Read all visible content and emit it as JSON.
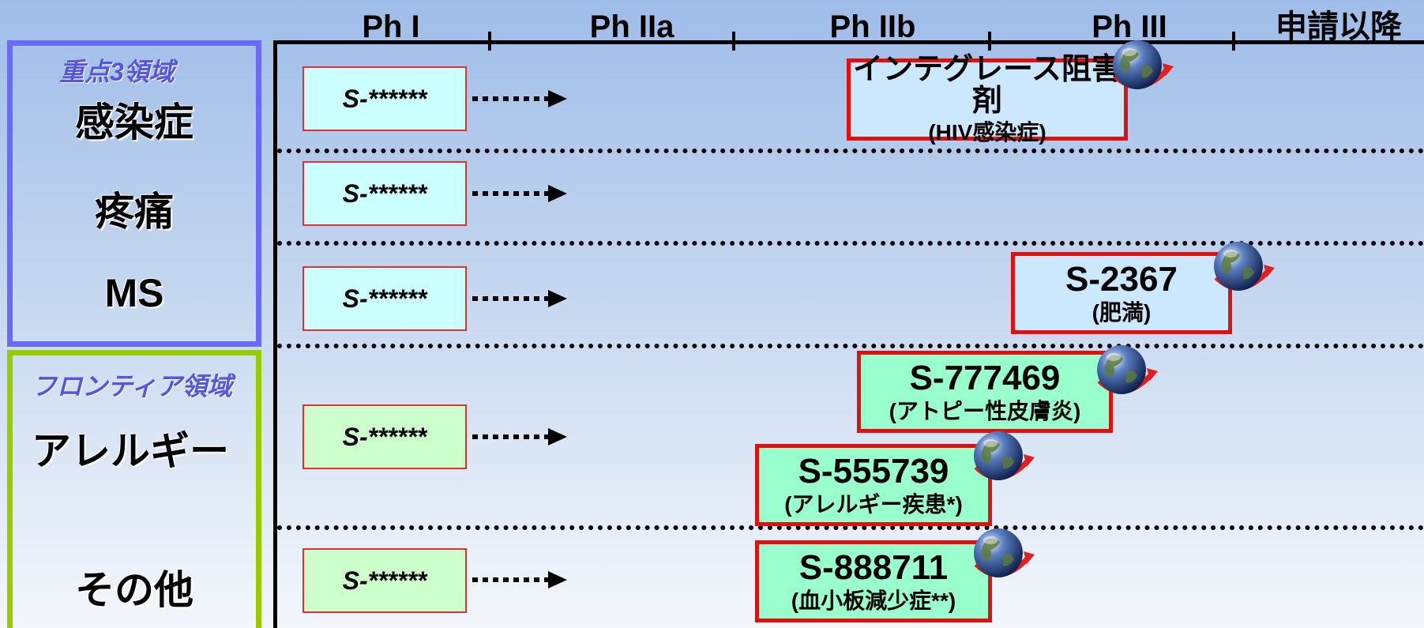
{
  "phases": [
    "Ph I",
    "Ph IIa",
    "Ph IIb",
    "Ph III",
    "申請以降"
  ],
  "groups": {
    "focus": {
      "title": "重点3領域",
      "areas": [
        "感染症",
        "疼痛",
        "MS"
      ],
      "color": "#6a6af8"
    },
    "frontier": {
      "title": "フロンティア領域",
      "areas": [
        "アレルギー",
        "その他"
      ],
      "color": "#99cc00"
    }
  },
  "early_candidates": {
    "infection": "S-******",
    "pain": "S-******",
    "ms": "S-******",
    "allergy": "S-******",
    "other": "S-******"
  },
  "pipeline": {
    "integrase": {
      "name": "インテグレース阻害剤",
      "indication": "(HIV感染症)",
      "phase": "Ph IIb",
      "global": true
    },
    "s2367": {
      "name": "S-2367",
      "indication": "(肥満)",
      "phase": "Ph III",
      "global": true
    },
    "s777469": {
      "name": "S-777469",
      "indication": "(アトピー性皮膚炎)",
      "phase": "Ph IIb",
      "global": true
    },
    "s555739": {
      "name": "S-555739",
      "indication": "(アレルギー疾患*)",
      "phase": "Ph IIb",
      "global": true
    },
    "s888711": {
      "name": "S-888711",
      "indication": "(血小板減少症**)",
      "phase": "Ph IIb",
      "global": true
    }
  },
  "colors": {
    "box_border": "#e01010",
    "focus_fill": "#cce8ff",
    "frontier_fill": "#99ffcc"
  },
  "icons": {
    "global": "globe-arrow-icon",
    "progression": "dotted-arrow-icon"
  }
}
